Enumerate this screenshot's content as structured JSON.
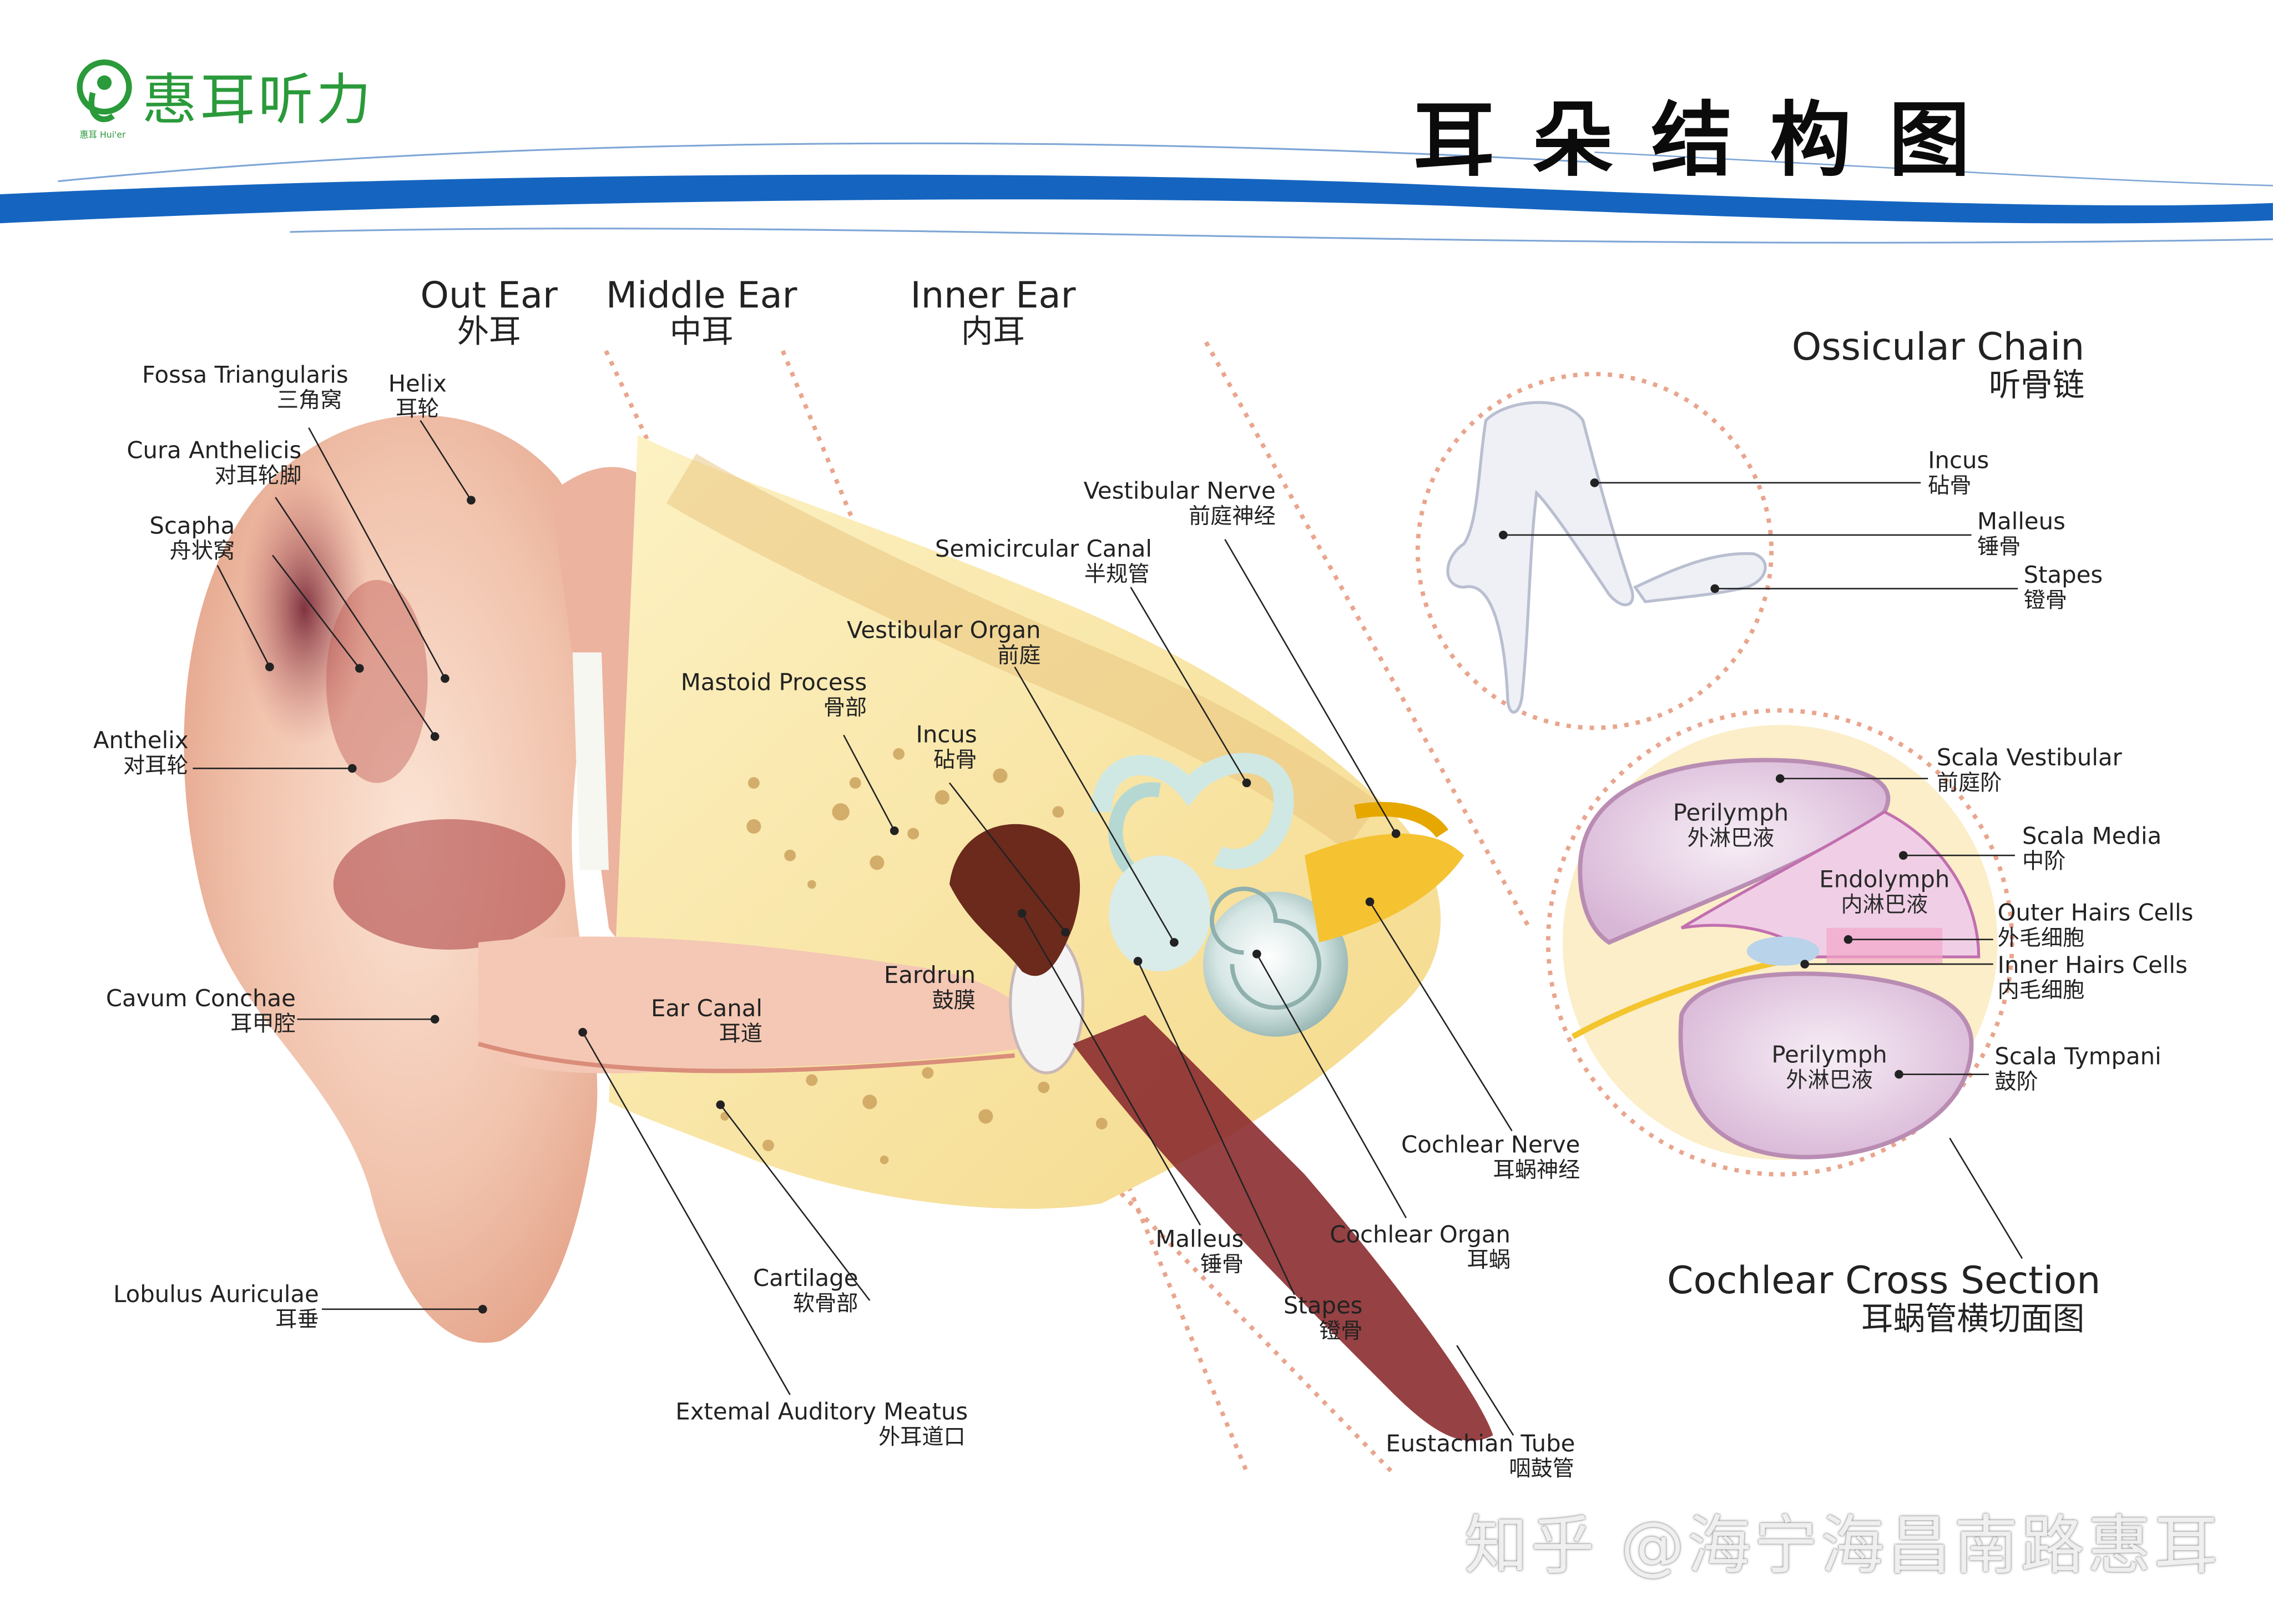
{
  "brand": {
    "name": "惠耳听力",
    "tagline": "惠耳 Hui'er"
  },
  "title": "耳朵结构图",
  "sections": {
    "outer": {
      "en": "Out Ear",
      "zh": "外耳"
    },
    "middle": {
      "en": "Middle Ear",
      "zh": "中耳"
    },
    "inner": {
      "en": "Inner Ear",
      "zh": "内耳"
    }
  },
  "labels": {
    "fossa_triangularis": {
      "en": "Fossa Triangularis",
      "zh": "三角窝"
    },
    "helix": {
      "en": "Helix",
      "zh": "耳轮"
    },
    "cura_anthelicis": {
      "en": "Cura Anthelicis",
      "zh": "对耳轮脚"
    },
    "scapha": {
      "en": "Scapha",
      "zh": "舟状窝"
    },
    "anthelix": {
      "en": "Anthelix",
      "zh": "对耳轮"
    },
    "cavum_conchae": {
      "en": "Cavum Conchae",
      "zh": "耳甲腔"
    },
    "lobulus": {
      "en": "Lobulus Auriculae",
      "zh": "耳垂"
    },
    "ear_canal": {
      "en": "Ear Canal",
      "zh": "耳道"
    },
    "cartilage": {
      "en": "Cartilage",
      "zh": "软骨部"
    },
    "meatus": {
      "en": "Extemal Auditory Meatus",
      "zh": "外耳道口"
    },
    "mastoid": {
      "en": "Mastoid Process",
      "zh": "骨部"
    },
    "incus": {
      "en": "Incus",
      "zh": "砧骨"
    },
    "eardrum": {
      "en": "Eardrun",
      "zh": "鼓膜"
    },
    "malleus": {
      "en": "Malleus",
      "zh": "锤骨"
    },
    "stapes": {
      "en": "Stapes",
      "zh": "镫骨"
    },
    "vestibular_organ": {
      "en": "Vestibular Organ",
      "zh": "前庭"
    },
    "semicircular": {
      "en": "Semicircular Canal",
      "zh": "半规管"
    },
    "vestibular_nerve": {
      "en": "Vestibular Nerve",
      "zh": "前庭神经"
    },
    "cochlear_nerve": {
      "en": "Cochlear Nerve",
      "zh": "耳蜗神经"
    },
    "cochlear_organ": {
      "en": "Cochlear Organ",
      "zh": "耳蜗"
    },
    "eustachian": {
      "en": "Eustachian Tube",
      "zh": "咽鼓管"
    }
  },
  "ossicular": {
    "title": {
      "en": "Ossicular Chain",
      "zh": "听骨链"
    },
    "incus": {
      "en": "Incus",
      "zh": "砧骨"
    },
    "malleus": {
      "en": "Malleus",
      "zh": "锤骨"
    },
    "stapes": {
      "en": "Stapes",
      "zh": "镫骨"
    }
  },
  "cochlear_section": {
    "title": {
      "en": "Cochlear Cross Section",
      "zh": "耳蜗管横切面图"
    },
    "scala_vestibular": {
      "en": "Scala Vestibular",
      "zh": "前庭阶"
    },
    "scala_media": {
      "en": "Scala Media",
      "zh": "中阶"
    },
    "outer_hairs": {
      "en": "Outer Hairs Cells",
      "zh": "外毛细胞"
    },
    "inner_hairs": {
      "en": "Inner Hairs Cells",
      "zh": "内毛细胞"
    },
    "scala_tympani": {
      "en": "Scala Tympani",
      "zh": "鼓阶"
    },
    "perilymph_top": {
      "en": "Perilymph",
      "zh": "外淋巴液"
    },
    "endolymph": {
      "en": "Endolymph",
      "zh": "内淋巴液"
    },
    "perilymph_bottom": {
      "en": "Perilymph",
      "zh": "外淋巴液"
    }
  },
  "watermark": "知乎 @海宁海昌南路惠耳",
  "colors": {
    "brand_green": "#2a9a3a",
    "header_blue": "#1565c0",
    "divider_dots": "#e9a58d"
  }
}
